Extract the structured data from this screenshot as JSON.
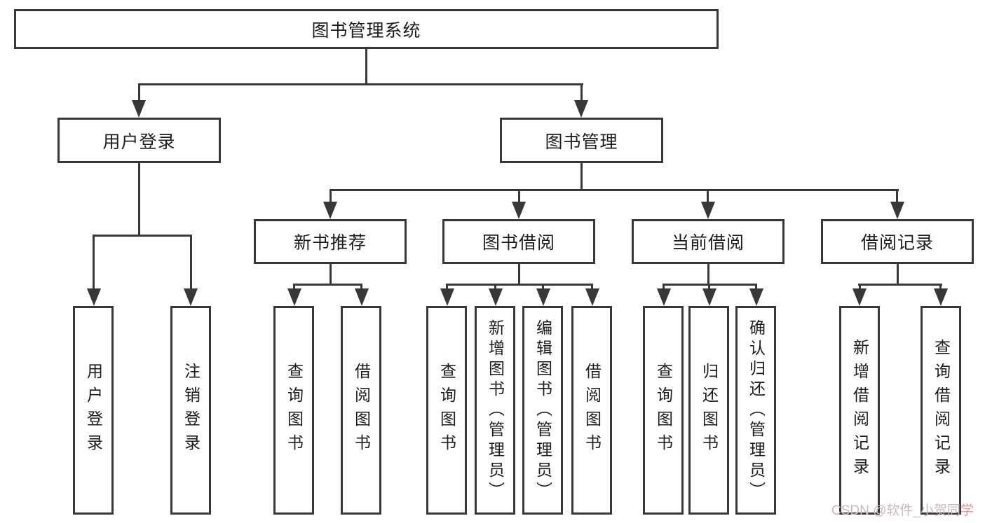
{
  "root": {
    "label": "图书管理系统"
  },
  "branches": {
    "user_login": {
      "label": "用户登录",
      "children": [
        {
          "label": "用户登录"
        },
        {
          "label": "注销登录"
        }
      ]
    },
    "book_management": {
      "label": "图书管理",
      "children": [
        {
          "label": "新书推荐",
          "children": [
            {
              "label": "查询图书"
            },
            {
              "label": "借阅图书"
            }
          ]
        },
        {
          "label": "图书借阅",
          "children": [
            {
              "label": "查询图书"
            },
            {
              "label": "新增图书（管理员）"
            },
            {
              "label": "编辑图书（管理员）"
            },
            {
              "label": "借阅图书"
            }
          ]
        },
        {
          "label": "当前借阅",
          "children": [
            {
              "label": "查询图书"
            },
            {
              "label": "归还图书"
            },
            {
              "label": "确认归还（管理员）"
            }
          ]
        },
        {
          "label": "借阅记录",
          "children": [
            {
              "label": "新增借阅记录"
            },
            {
              "label": "查询借阅记录"
            }
          ]
        }
      ]
    }
  },
  "watermark": {
    "prefix": "CSDN @软件_小贺同",
    "accent": "学"
  },
  "colors": {
    "line": "#383838",
    "box_border": "#383838",
    "box_background": "#ffffff",
    "text": "#1c1c1c",
    "watermark_gray": "#c4baba",
    "watermark_accent": "#e09898"
  }
}
